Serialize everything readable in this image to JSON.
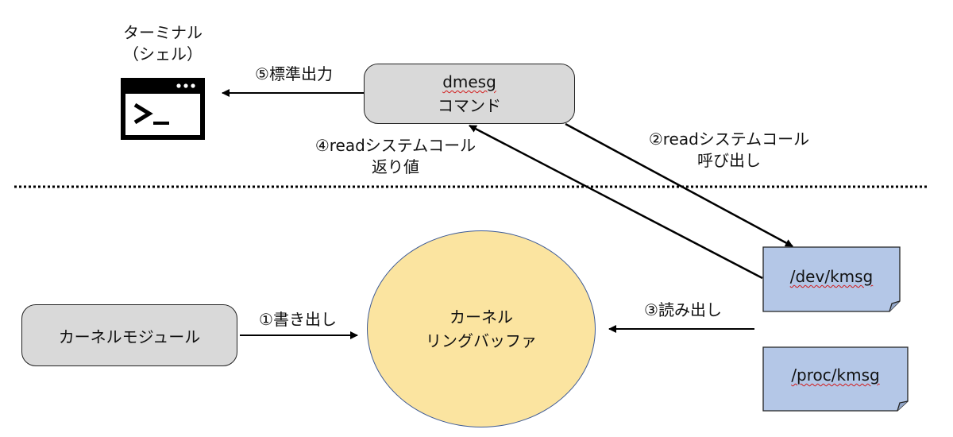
{
  "terminal": {
    "title_line1": "ターミナル",
    "title_line2": "（シェル）"
  },
  "dmesg_box": {
    "line1": "dmesg",
    "line2": "コマンド"
  },
  "kernel_module_box": {
    "label": "カーネルモジュール"
  },
  "ring_buffer": {
    "line1": "カーネル",
    "line2": "リングバッファ"
  },
  "files": {
    "dev_kmsg": "/dev/kmsg",
    "proc_kmsg": "/proc/kmsg"
  },
  "arrows": {
    "write": "①書き出し",
    "read_syscall_call": {
      "line1": "②readシステムコール",
      "line2": "呼び出し"
    },
    "read_out": "③読み出し",
    "read_syscall_return": {
      "line1": "④readシステムコール",
      "line2": "返り値"
    },
    "stdout": "⑤標準出力"
  },
  "colors": {
    "gray_box": "#d9d9d9",
    "ring_fill": "#fbe4a0",
    "ring_border": "#3d5a96",
    "file_fill": "#b4c7e7",
    "spellcheck_underline": "#d11a1a"
  }
}
